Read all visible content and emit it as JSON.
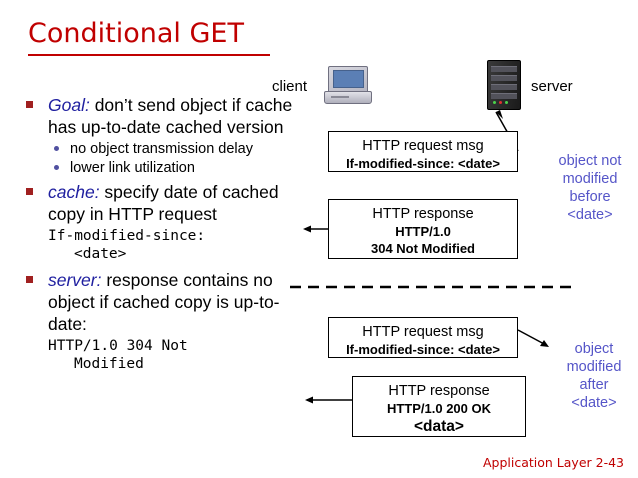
{
  "slide": {
    "title": "Conditional GET",
    "footer": "Application Layer 2-43"
  },
  "bullets": [
    {
      "id": "goal",
      "lead": "Goal:",
      "text": " don’t send object if cache has up-to-date cached version",
      "subs": [
        "no object transmission delay",
        "lower link utilization"
      ]
    },
    {
      "id": "cache",
      "lead": "cache:",
      "text": " specify date of cached copy in HTTP request",
      "mono": "If-modified-since:",
      "mono_indent": "<date>"
    },
    {
      "id": "server",
      "lead": "server:",
      "text": " response contains no object if cached copy is up-to-date:",
      "mono": "HTTP/1.0 304 Not",
      "mono_indent": "Modified"
    }
  ],
  "diagram": {
    "client_label": "client",
    "server_label": "server",
    "messages": [
      {
        "id": "request-1",
        "line1": "HTTP request msg",
        "line2": "If-modified-since: <date>"
      },
      {
        "id": "response-1",
        "line1": "HTTP response",
        "line2": "HTTP/1.0",
        "line3": "304 Not Modified"
      },
      {
        "id": "request-2",
        "line1": "HTTP request msg",
        "line2": "If-modified-since: <date>"
      },
      {
        "id": "response-2",
        "line1": "HTTP response",
        "line2": "HTTP/1.0 200 OK",
        "line3": "<data>"
      }
    ],
    "annotations": [
      {
        "id": "not-modified",
        "text": "object not modified before <date>"
      },
      {
        "id": "modified",
        "text": "object modified after <date>"
      }
    ]
  }
}
